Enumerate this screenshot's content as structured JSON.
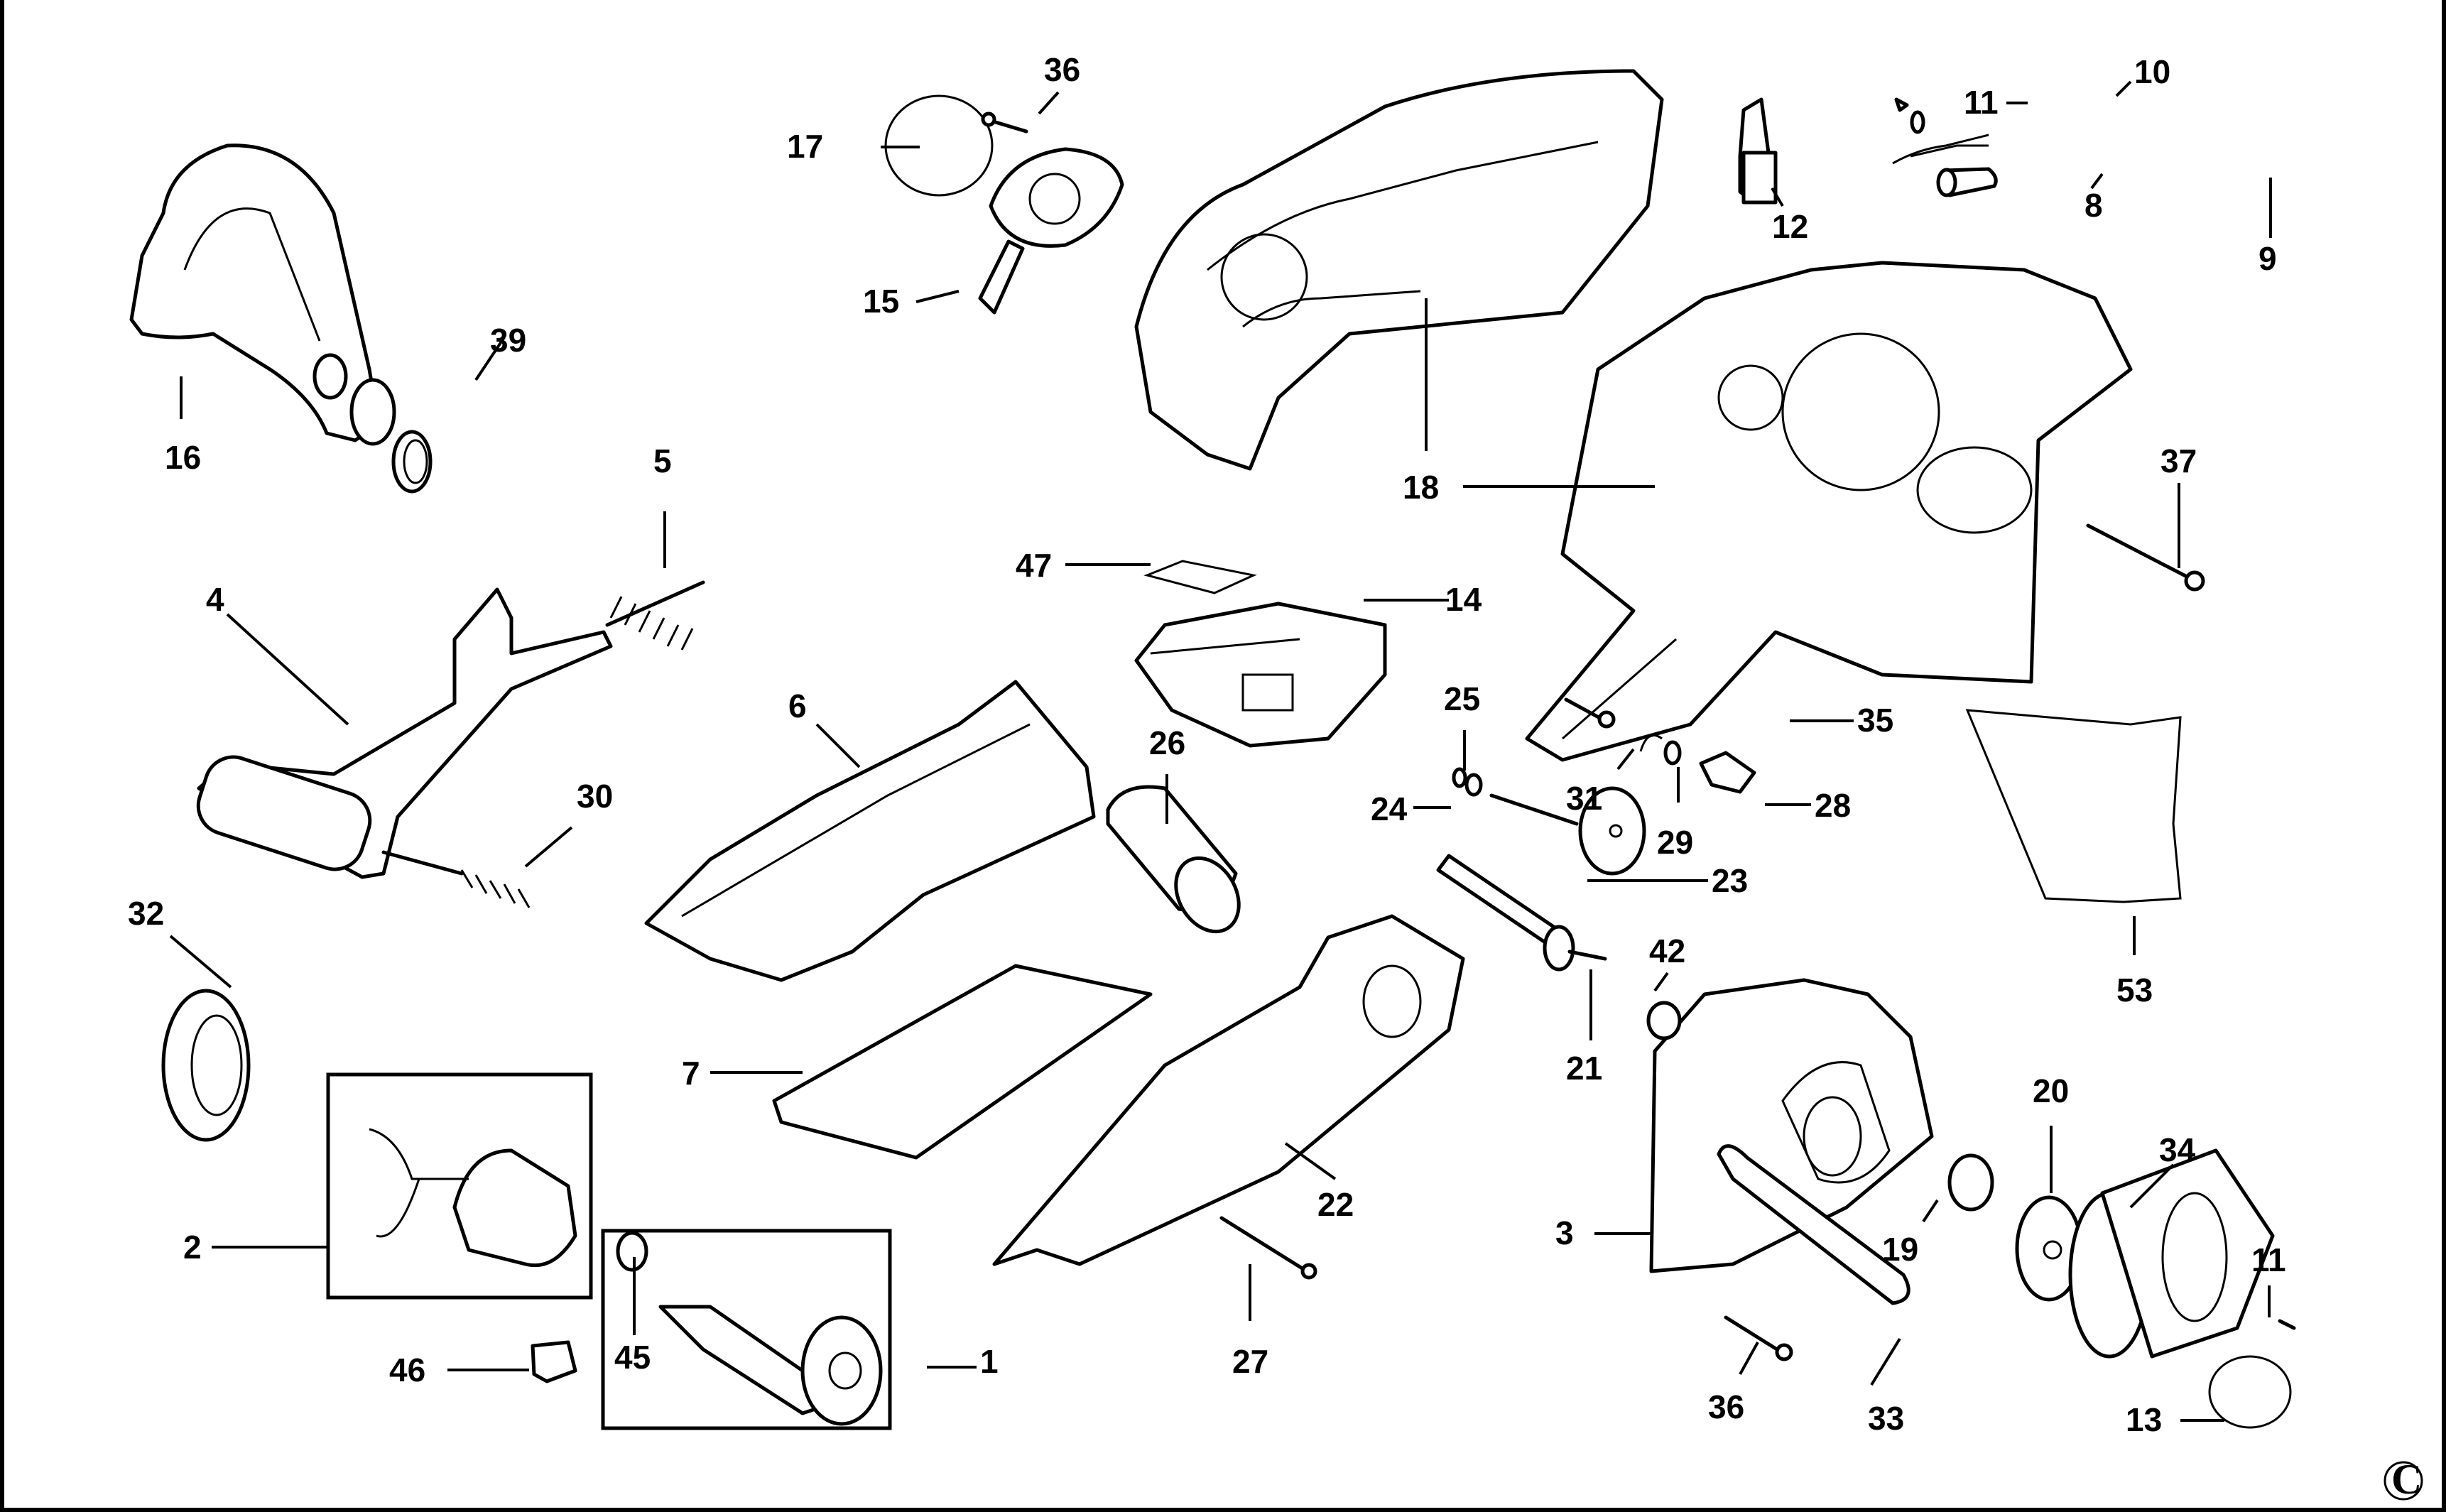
{
  "diagram": {
    "type": "exploded-parts-diagram",
    "copyright_symbol": "©",
    "labels": [
      {
        "id": "p1",
        "text": "1"
      },
      {
        "id": "p2",
        "text": "2"
      },
      {
        "id": "p3",
        "text": "3"
      },
      {
        "id": "p4",
        "text": "4"
      },
      {
        "id": "p5",
        "text": "5"
      },
      {
        "id": "p6",
        "text": "6"
      },
      {
        "id": "p7",
        "text": "7"
      },
      {
        "id": "p8",
        "text": "8"
      },
      {
        "id": "p9",
        "text": "9"
      },
      {
        "id": "p10",
        "text": "10"
      },
      {
        "id": "p11a",
        "text": "11"
      },
      {
        "id": "p11b",
        "text": "11"
      },
      {
        "id": "p12",
        "text": "12"
      },
      {
        "id": "p13",
        "text": "13"
      },
      {
        "id": "p14",
        "text": "14"
      },
      {
        "id": "p15",
        "text": "15"
      },
      {
        "id": "p16",
        "text": "16"
      },
      {
        "id": "p17",
        "text": "17"
      },
      {
        "id": "p18",
        "text": "18"
      },
      {
        "id": "p19",
        "text": "19"
      },
      {
        "id": "p20",
        "text": "20"
      },
      {
        "id": "p21",
        "text": "21"
      },
      {
        "id": "p22",
        "text": "22"
      },
      {
        "id": "p23",
        "text": "23"
      },
      {
        "id": "p24",
        "text": "24"
      },
      {
        "id": "p25",
        "text": "25"
      },
      {
        "id": "p26",
        "text": "26"
      },
      {
        "id": "p27",
        "text": "27"
      },
      {
        "id": "p28",
        "text": "28"
      },
      {
        "id": "p29",
        "text": "29"
      },
      {
        "id": "p30",
        "text": "30"
      },
      {
        "id": "p31",
        "text": "31"
      },
      {
        "id": "p32",
        "text": "32"
      },
      {
        "id": "p33",
        "text": "33"
      },
      {
        "id": "p34",
        "text": "34"
      },
      {
        "id": "p35",
        "text": "35"
      },
      {
        "id": "p36a",
        "text": "36"
      },
      {
        "id": "p36b",
        "text": "36"
      },
      {
        "id": "p37",
        "text": "37"
      },
      {
        "id": "p39",
        "text": "39"
      },
      {
        "id": "p42",
        "text": "42"
      },
      {
        "id": "p45",
        "text": "45"
      },
      {
        "id": "p46",
        "text": "46"
      },
      {
        "id": "p47",
        "text": "47"
      },
      {
        "id": "p53",
        "text": "53"
      }
    ]
  }
}
